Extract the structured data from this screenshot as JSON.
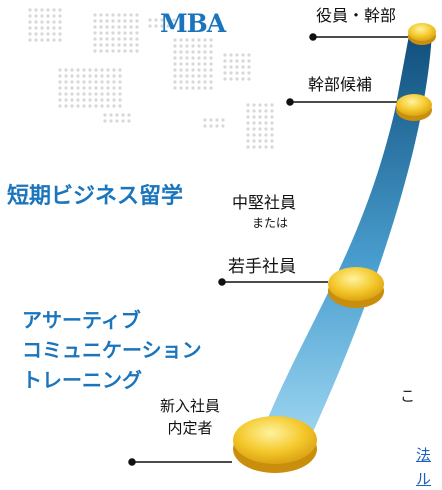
{
  "programs": {
    "mba": "MBA",
    "short_term": "短期ビジネス留学",
    "assertive": [
      "アサーティブ",
      "コミュニケーション",
      "トレーニング"
    ]
  },
  "levels": {
    "executive": "役員・幹部",
    "executive_candidate": "幹部候補",
    "mid_career": "中堅社員",
    "or": "または",
    "young": "若手社員",
    "new_hire": [
      "新入社員",
      "内定者"
    ]
  },
  "edge_text": {
    "partial_char": "こ",
    "partial_link": "法",
    "partial_link_2": "ル"
  },
  "colors": {
    "program_text": "#1b75bc",
    "curve_dark": "#1a5a8a",
    "curve_light": "#9ad2f0",
    "coin": "#f2c530",
    "link": "#1f5fbf"
  }
}
